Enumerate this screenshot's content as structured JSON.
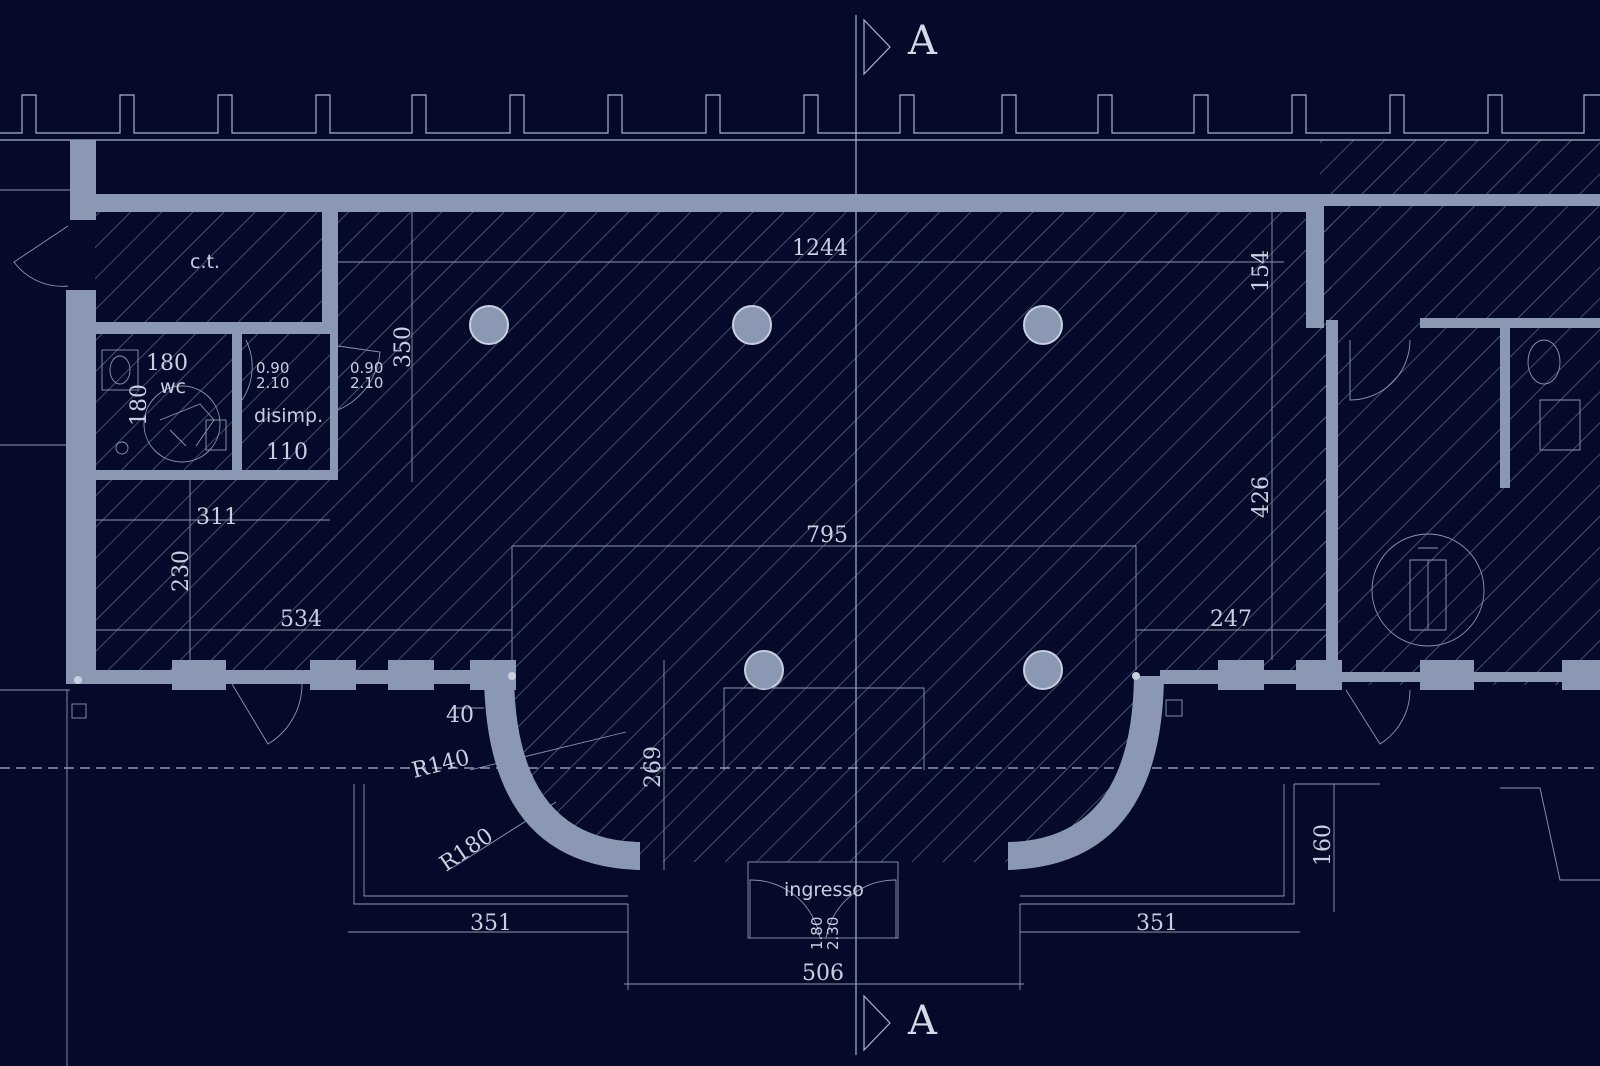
{
  "section_marks": {
    "top": "A",
    "bottom": "A"
  },
  "rooms": {
    "ct": "c.t.",
    "wc": "wc",
    "disimp": "disimp.",
    "ingresso": "ingresso"
  },
  "door_labels": {
    "wc_door_w": "0.90",
    "wc_door_h": "2.10",
    "disimp_door_w": "0.90",
    "disimp_door_h": "2.10",
    "entry_door_w": "1.80",
    "entry_door_h": "2.30"
  },
  "dimensions": {
    "d1244": "1244",
    "d154": "154",
    "d350": "350",
    "d180a": "180",
    "d180b": "180",
    "d110": "110",
    "d311": "311",
    "d230": "230",
    "d795": "795",
    "d426": "426",
    "d534": "534",
    "d247": "247",
    "d40": "40",
    "r140": "R140",
    "r180": "R180",
    "d269": "269",
    "d160": "160",
    "d351a": "351",
    "d351b": "351",
    "d506": "506"
  },
  "colors": {
    "background": "#050a2a",
    "walls": "#8b98b3",
    "lines": "#a9b4c9",
    "text": "#c8d0e0"
  }
}
